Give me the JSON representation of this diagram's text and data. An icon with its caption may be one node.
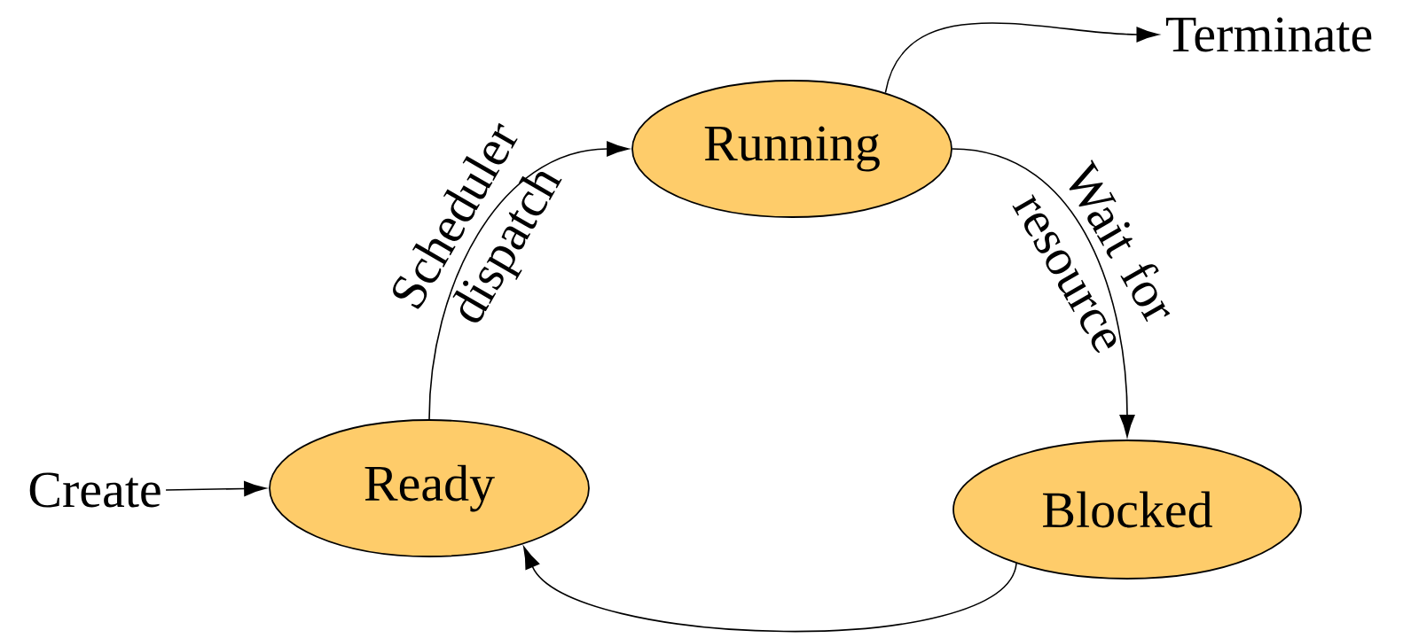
{
  "diagram": {
    "nodes": [
      {
        "text": [
          "Running"
        ]
      },
      {
        "text": [
          "Ready"
        ]
      },
      {
        "text": [
          "Blocked"
        ]
      },
      {
        "text": [
          "Create"
        ]
      },
      {
        "text": [
          "Terminate"
        ]
      }
    ],
    "edges": [
      {
        "from": 3,
        "to": 1,
        "arrow": "to"
      },
      {
        "from": 1,
        "to": 0,
        "arrow": "to",
        "label": "Scheduler dispatch"
      },
      {
        "from": 0,
        "to": 2,
        "arrow": "to",
        "label": "Wait for resource"
      },
      {
        "from": 2,
        "to": 1,
        "arrow": "to"
      },
      {
        "from": 0,
        "to": 4,
        "arrow": "to"
      }
    ]
  }
}
